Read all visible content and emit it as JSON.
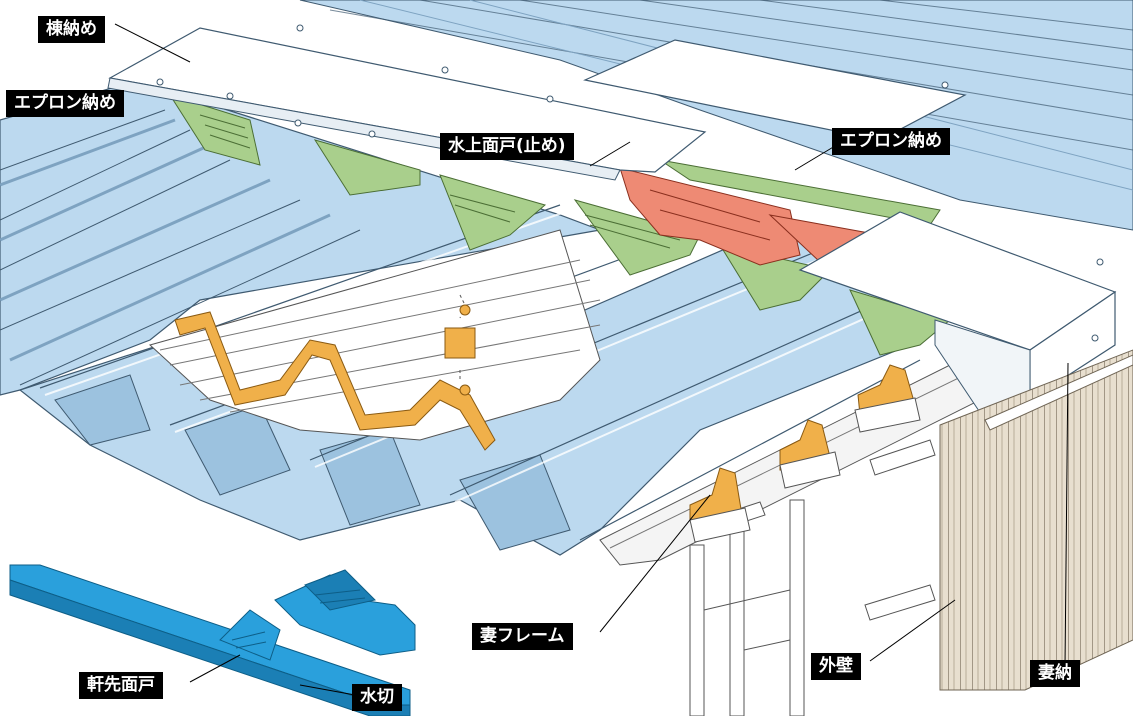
{
  "labels": {
    "ridge": "棟納め",
    "apron_left": "エプロン納め",
    "apron_right": "エプロン納め",
    "upper_closure": "水上面戸(止め)",
    "gable_frame": "妻フレーム",
    "eave_closure": "軒先面戸",
    "flashing": "水切",
    "exterior_wall": "外壁",
    "gable_trim": "妻納"
  },
  "colors": {
    "roof_panel": "#bcd9ef",
    "roof_panel_dark": "#9cc2df",
    "roof_outline": "#3f5a70",
    "ridge_cap": "#ffffff",
    "closure_green": "#a9cf8c",
    "closure_red": "#ee8a74",
    "bracket_orange": "#f0b04a",
    "eave_blue": "#2aa0dc",
    "wall_beige": "#e8dfcf",
    "label_bg": "#000000",
    "label_text": "#ffffff"
  }
}
